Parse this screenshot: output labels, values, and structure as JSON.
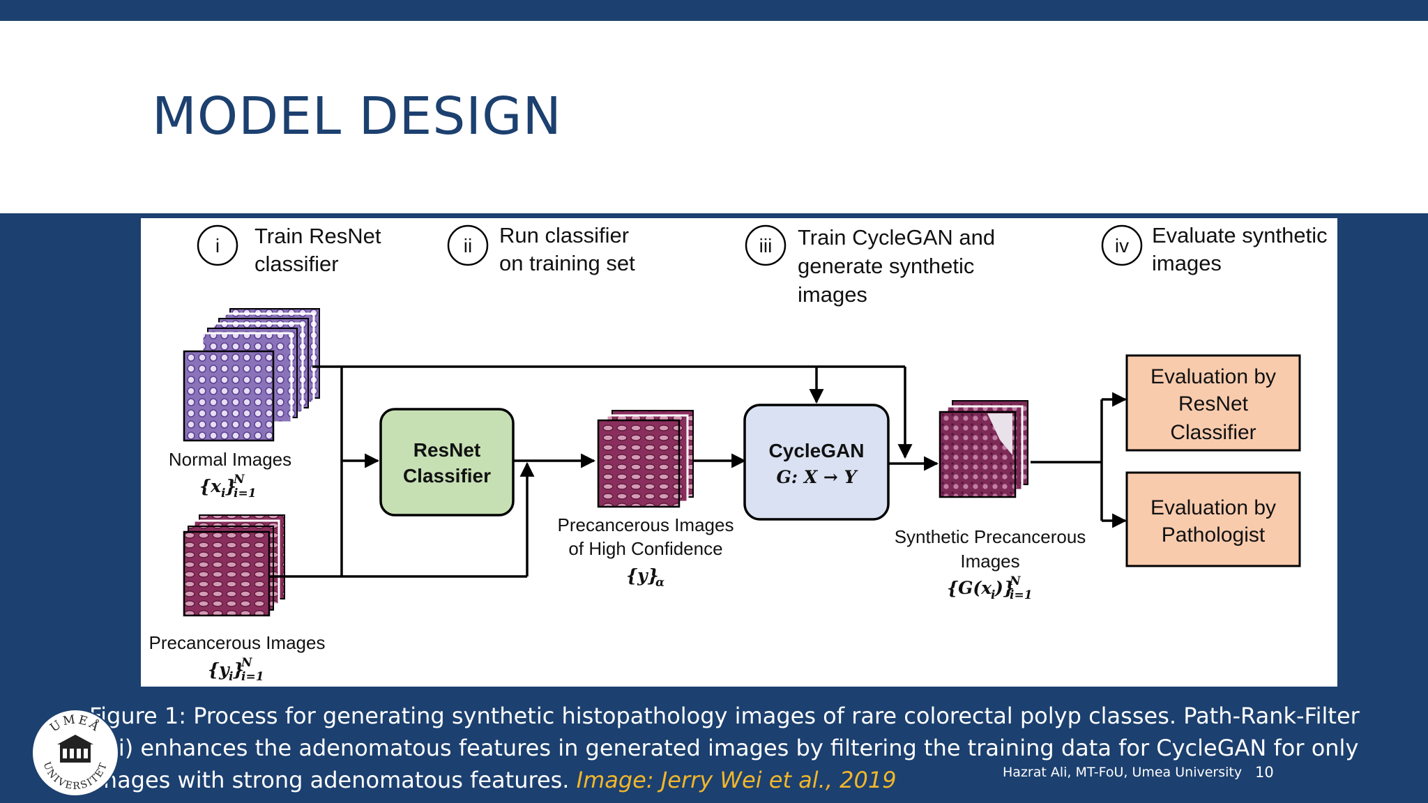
{
  "slide": {
    "title": "MODEL DESIGN",
    "footer": "Hazrat Ali, MT-FoU, Umea University",
    "page_number": "10",
    "colors": {
      "background": "#1c406f",
      "title": "#1c406f",
      "credit": "#f2b72b"
    }
  },
  "figure": {
    "steps": [
      {
        "num": "i",
        "line1": "Train ResNet",
        "line2": "classifier"
      },
      {
        "num": "ii",
        "line1": "Run classifier",
        "line2": "on training set"
      },
      {
        "num": "iii",
        "line1": "Train CycleGAN and",
        "line2": "generate synthetic",
        "line3": "images"
      },
      {
        "num": "iv",
        "line1": "Evaluate synthetic",
        "line2": "images"
      }
    ],
    "normal_label": "Normal Images",
    "normal_math": {
      "base": "{x",
      "sub": "i",
      "close": "}",
      "sup": "N",
      "lower": "i=1"
    },
    "precancer_label": "Precancerous Images",
    "precancer_math": {
      "base": "{y",
      "sub": "i",
      "close": "}",
      "sup": "N",
      "lower": "i=1"
    },
    "resnet_box": {
      "line1": "ResNet",
      "line2": "Classifier",
      "color": "#c6e0b4"
    },
    "high_conf": {
      "line1": "Precancerous Images",
      "line2": "of High Confidence",
      "math": "{y}",
      "math_sub": "α"
    },
    "cyclegan_box": {
      "line1": "CycleGAN",
      "line2": "G: X → Y",
      "color": "#d9e1f2"
    },
    "synthetic": {
      "line1": "Synthetic Precancerous",
      "line2": "Images",
      "math": "{G(x",
      "math_sub": "i",
      "math_close": ")}",
      "sup": "N",
      "lower": "i=1"
    },
    "eval_resnet": {
      "line1": "Evaluation by",
      "line2": "ResNet",
      "line3": "Classifier",
      "color": "#f8cbad"
    },
    "eval_path": {
      "line1": "Evaluation by",
      "line2": "Pathologist",
      "color": "#f8cbad"
    }
  },
  "caption": {
    "text": "Figure 1: Process for generating synthetic histopathology images of rare colorectal polyp classes. Path-Rank-Filter (i-ii) enhances the adenomatous features in generated images by filtering the training data for CycleGAN for only images with strong adenomatous features. ",
    "credit": "Image: Jerry Wei et al., 2019"
  },
  "logo": {
    "top_text": "UMEÅ",
    "bottom_text": "UNIVERSITET",
    "icon": "university-building-icon"
  }
}
